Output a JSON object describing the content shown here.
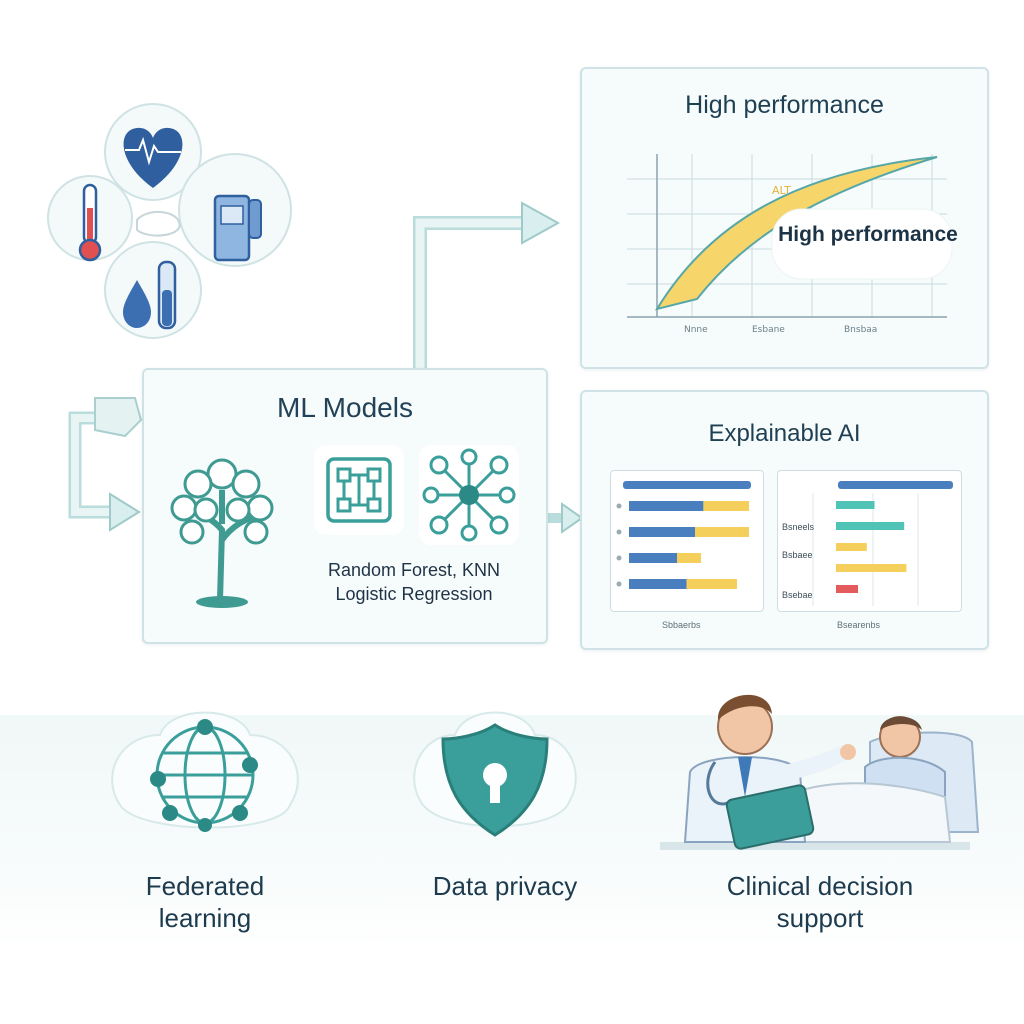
{
  "performance_panel": {
    "title": "High performance",
    "callout": "High performance",
    "chart_tag": "ALT",
    "x_ticks": [
      "Nnne",
      "Esbane",
      "Bnsbaa"
    ]
  },
  "ml_panel": {
    "title": "ML Models",
    "models_line1": "Random Forest, KNN",
    "models_line2": "Logistic Regression"
  },
  "xai_panel": {
    "title": "Explainable AI",
    "left_caption": "Sbbaerbs",
    "right_caption": "Bsearenbs",
    "right_labels": [
      "Bsneels",
      "Bsbaee",
      "Bsebae"
    ]
  },
  "bottom": {
    "federated": "Federated\nlearning",
    "privacy": "Data privacy",
    "clinical": "Clinical decision\nsupport"
  },
  "colors": {
    "accent_teal": "#3a9f9a",
    "heart_blue": "#2f5f9e",
    "arrow_teal": "#b9dcdc",
    "bar_blue": "#4a7fbf",
    "bar_yellow": "#f4cf5c",
    "bar_teal": "#4fc3b6",
    "bar_red": "#e45b5b"
  },
  "xai_left_bars": [
    {
      "blue": 0.62,
      "yellow": 0.38
    },
    {
      "blue": 0.55,
      "yellow": 0.45
    },
    {
      "blue": 0.4,
      "yellow": 0.2
    },
    {
      "blue": 0.48,
      "yellow": 0.42
    }
  ],
  "xai_right_bars": [
    {
      "color": "teal",
      "value": 0.35
    },
    {
      "color": "teal",
      "value": 0.62
    },
    {
      "color": "yellow",
      "value": 0.28
    },
    {
      "color": "yellow",
      "value": 0.64
    },
    {
      "color": "red",
      "value": 0.2
    }
  ]
}
